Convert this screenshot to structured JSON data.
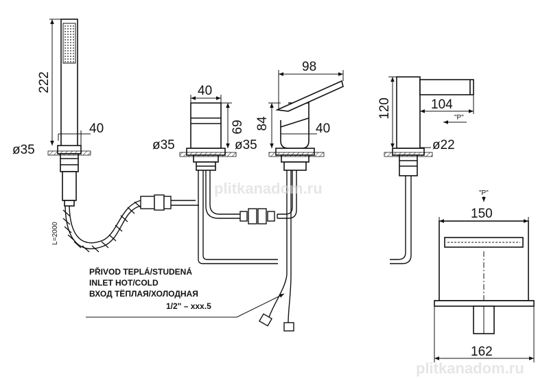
{
  "dimensions": {
    "handshower_height": "222",
    "handshower_width": "40",
    "handshower_base_dia": "ø35",
    "hose_length": "L=2000",
    "diverter_width": "40",
    "diverter_height": "69",
    "diverter_base_dia": "ø35",
    "mixer_base_dia": "ø35",
    "mixer_span": "98",
    "mixer_height": "84",
    "mixer_body_width": "40",
    "spout_height": "120",
    "spout_reach": "104",
    "spout_base_dia": "ø22",
    "spout_top_width": "150",
    "spout_front_width": "162"
  },
  "flow_marker": "\"P\"",
  "inlet_label": {
    "line_cz": "PŘIVOD TEPLÁ/STUDENÁ",
    "line_en": "INLET HOT/COLD",
    "line_ru": "ВХОД ТЁПЛАЯ/ХОЛОДНАЯ",
    "thread": "1/2\" – xxx.5"
  },
  "watermark": "plitkanadom.ru",
  "colors": {
    "line": "#111111",
    "background": "#ffffff"
  }
}
